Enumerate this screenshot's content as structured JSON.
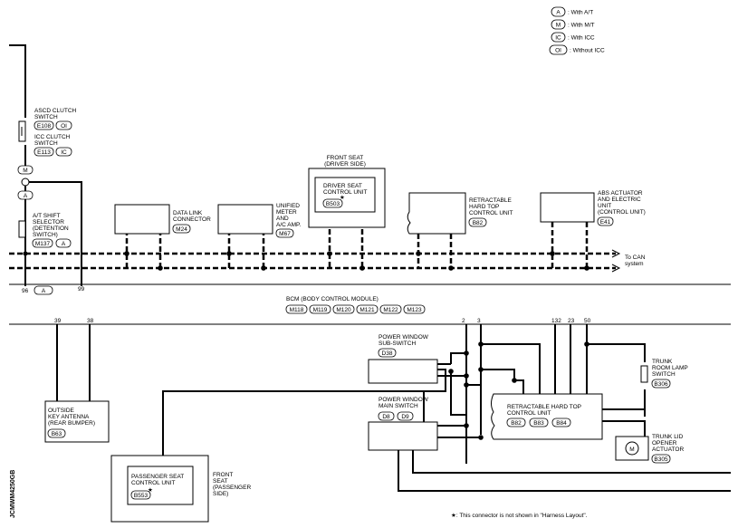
{
  "legend": [
    {
      "code": "A",
      "text": ": With A/T"
    },
    {
      "code": "M",
      "text": ": With M/T"
    },
    {
      "code": "IC",
      "text": ": With ICC"
    },
    {
      "code": "OI",
      "text": ": Without ICC"
    }
  ],
  "components": {
    "ascd": {
      "lines": [
        "ASCD CLUTCH",
        "SWITCH"
      ],
      "conn": "E108",
      "code": "OI"
    },
    "icc": {
      "lines": [
        "ICC CLUTCH",
        "SWITCH"
      ],
      "conn": "E113",
      "code": "IC"
    },
    "mt_code": "M",
    "at_code": "A",
    "selector": {
      "lines": [
        "A/T SHIFT",
        "SELECTOR",
        "(DETENTION",
        "SWITCH)"
      ],
      "conn": "M137",
      "code": "A"
    },
    "dlc": {
      "lines": [
        "DATA LINK",
        "CONNECTOR"
      ],
      "conn": "M24"
    },
    "meter": {
      "lines": [
        "UNIFIED",
        "METER",
        "AND",
        "A/C AMP."
      ],
      "conn": "M67"
    },
    "front_seat_driver": {
      "lines": [
        "FRONT SEAT",
        "(DRIVER SIDE)"
      ]
    },
    "driver_seat_cu": {
      "lines": [
        "DRIVER SEAT",
        "CONTROL UNIT"
      ],
      "conn": "B503",
      "star": "★"
    },
    "rht_top": {
      "lines": [
        "RETRACTABLE",
        "HARD TOP",
        "CONTROL UNIT"
      ],
      "conn": "B82"
    },
    "abs": {
      "lines": [
        "ABS ACTUATOR",
        "AND ELECTRIC",
        "UNIT",
        "(CONTROL UNIT)"
      ],
      "conn": "E41"
    },
    "to_can": {
      "lines": [
        "To CAN",
        "system"
      ]
    },
    "pin96": "96",
    "pin99": "99",
    "code96": "A",
    "bcm": {
      "title": "BCM (BODY CONTROL MODULE)",
      "conns": [
        "M118",
        "M119",
        "M120",
        "M121",
        "M122",
        "M123"
      ]
    },
    "pins_bottom": [
      "39",
      "38",
      "2",
      "3",
      "132",
      "23",
      "50"
    ],
    "pw_sub": {
      "lines": [
        "POWER WINDOW",
        "SUB-SWITCH"
      ],
      "conn": "D38"
    },
    "pw_main": {
      "lines": [
        "POWER WINDOW",
        "MAIN SWITCH"
      ],
      "conns": [
        "D8",
        "D9"
      ]
    },
    "rht_bottom": {
      "lines": [
        "RETRACTABLE HARD TOP",
        "CONTROL UNIT"
      ],
      "conns": [
        "B82",
        "B83",
        "B84"
      ]
    },
    "trunk_lamp": {
      "lines": [
        "TRUNK",
        "ROOM LAMP",
        "SWITCH"
      ],
      "conn": "B306"
    },
    "trunk_lid": {
      "lines": [
        "TRUNK LID",
        "OPENER",
        "ACTUATOR"
      ],
      "conn": "B305",
      "motor": "M"
    },
    "antenna": {
      "lines": [
        "OUTSIDE",
        "KEY ANTENNA",
        "(REAR BUMPER)"
      ],
      "conn": "B63"
    },
    "pass_seat_cu": {
      "lines": [
        "PASSENGER SEAT",
        "CONTROL UNIT"
      ],
      "conn": "B553",
      "star": "★"
    },
    "front_seat_pass": {
      "lines": [
        "FRONT",
        "SEAT",
        "(PASSENGER",
        "SIDE)"
      ]
    }
  },
  "footnote": "★: This connector is not shown in \"Harness Layout\".",
  "side_id": "JCMWM4250GB"
}
